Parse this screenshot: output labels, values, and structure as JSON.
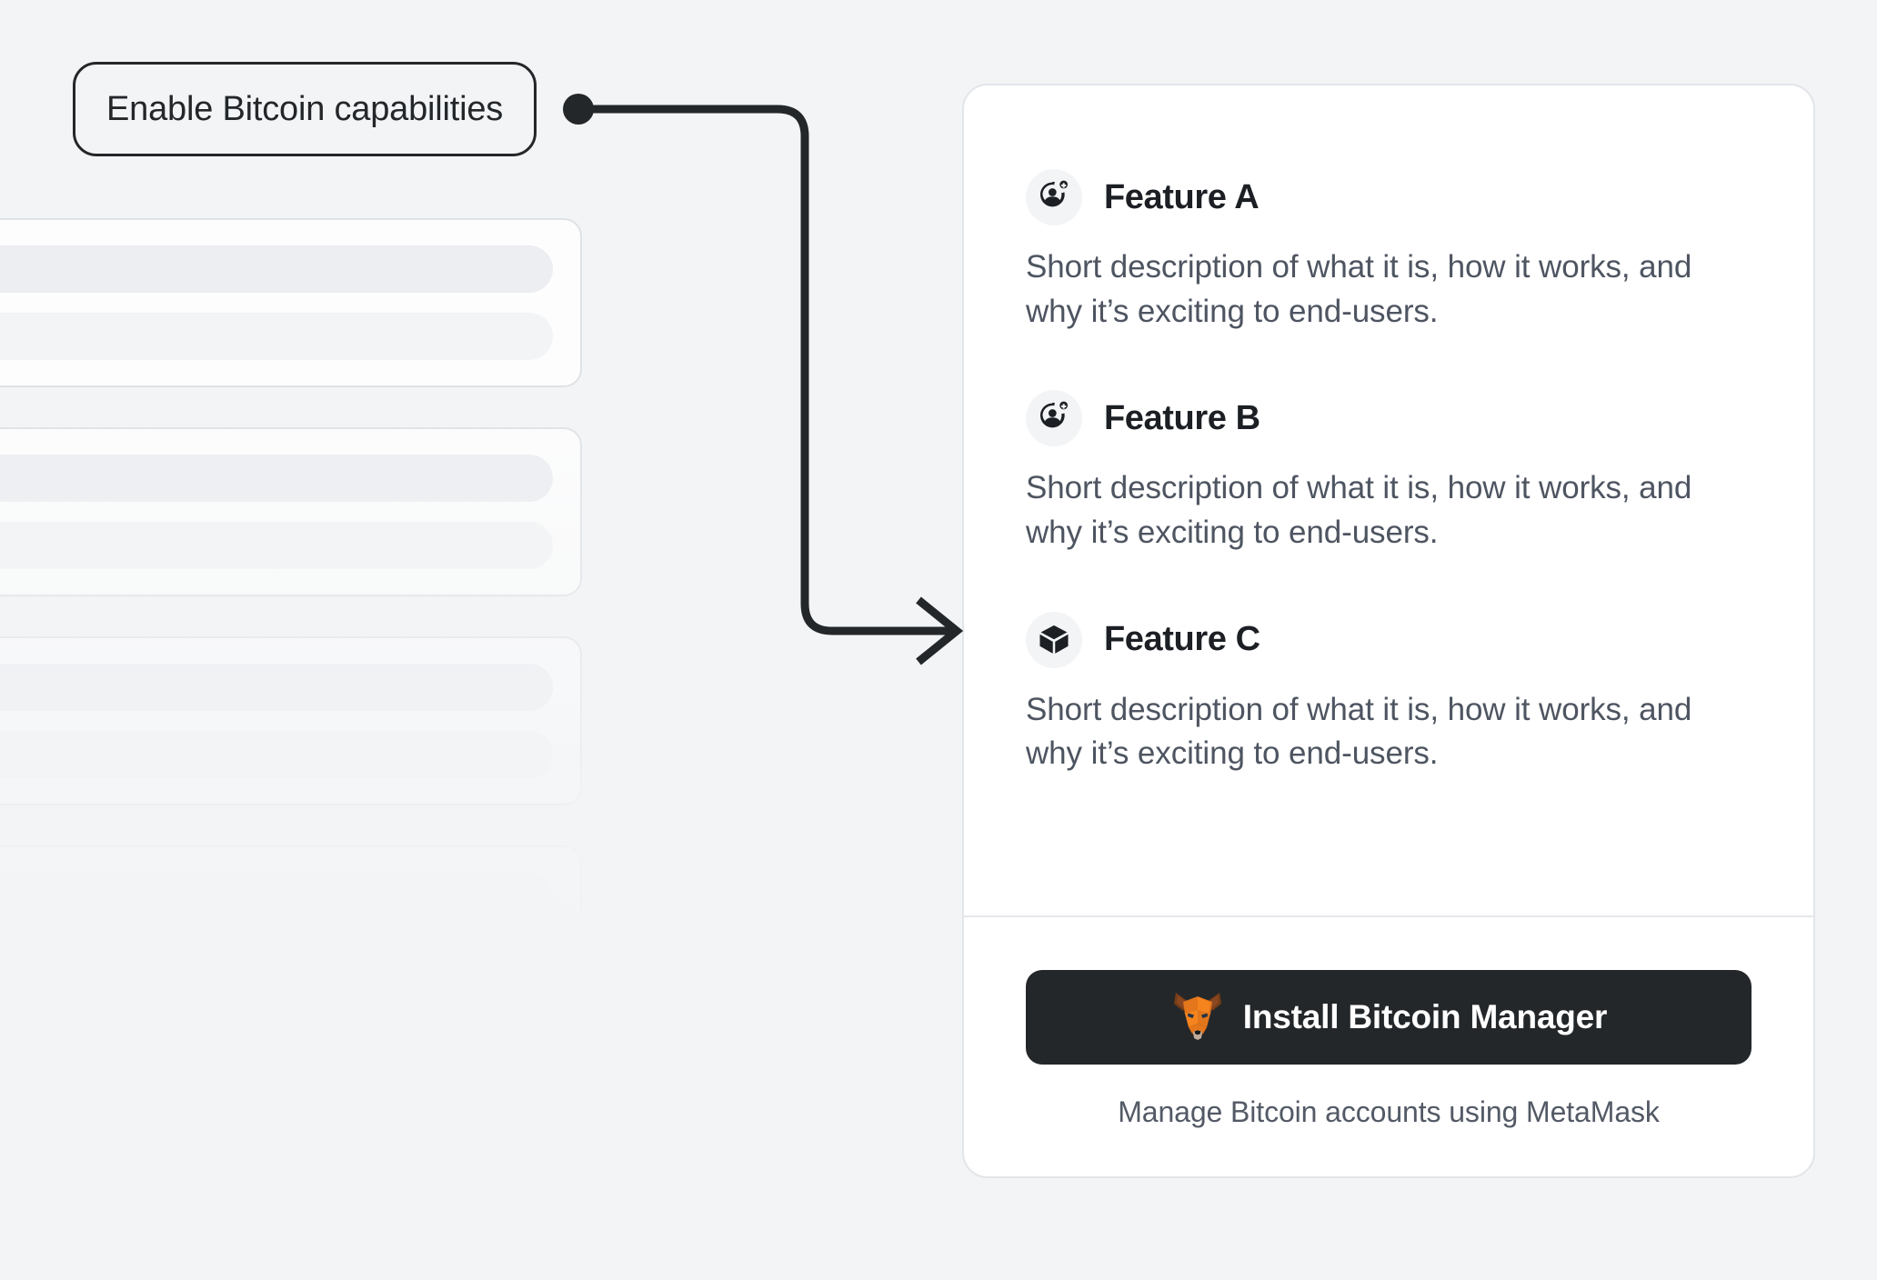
{
  "colors": {
    "page_background": "#f2f4f6",
    "card_background": "#ffffff",
    "card_border": "#e2e5e9",
    "ink": "#24272a",
    "muted_text": "#4e5561",
    "caption_text": "#535a66",
    "button_background": "#24272a",
    "button_text": "#ffffff",
    "connector": "#24272a",
    "icon_chip_background": "#f2f4f6",
    "skeleton_bar": "#eceef1",
    "skeleton_bar_secondary": "#f3f4f6",
    "metamask_orange": "#e2761b",
    "metamask_orange_light": "#f5841f",
    "metamask_brown": "#763d16",
    "metamask_snout": "#c0ad9e"
  },
  "callout": {
    "label": "Enable Bitcoin capabilities",
    "connector_icon": "connector-dot-icon",
    "arrow_icon": "arrow-right-icon"
  },
  "skeleton": {
    "item_count": 5,
    "items": [
      {
        "primary_bar": "",
        "secondary_bar": ""
      },
      {
        "primary_bar": "",
        "secondary_bar": ""
      },
      {
        "primary_bar": "",
        "secondary_bar": ""
      },
      {
        "primary_bar": "",
        "secondary_bar": ""
      },
      {
        "primary_bar": "",
        "secondary_bar": ""
      }
    ]
  },
  "feature_card": {
    "features": [
      {
        "title": "Feature A",
        "description": "Short description of what it is, how it works, and why it’s exciting to end-users.",
        "icon": "account-add-icon"
      },
      {
        "title": "Feature B",
        "description": "Short description of what it is, how it works, and why it’s exciting to end-users.",
        "icon": "account-add-icon"
      },
      {
        "title": "Feature C",
        "description": "Short description of what it is, how it works, and why it’s exciting to end-users.",
        "icon": "cube-icon"
      }
    ],
    "install": {
      "button_label": "Install Bitcoin Manager",
      "button_icon": "metamask-fox-icon",
      "caption": "Manage Bitcoin accounts using MetaMask"
    }
  }
}
